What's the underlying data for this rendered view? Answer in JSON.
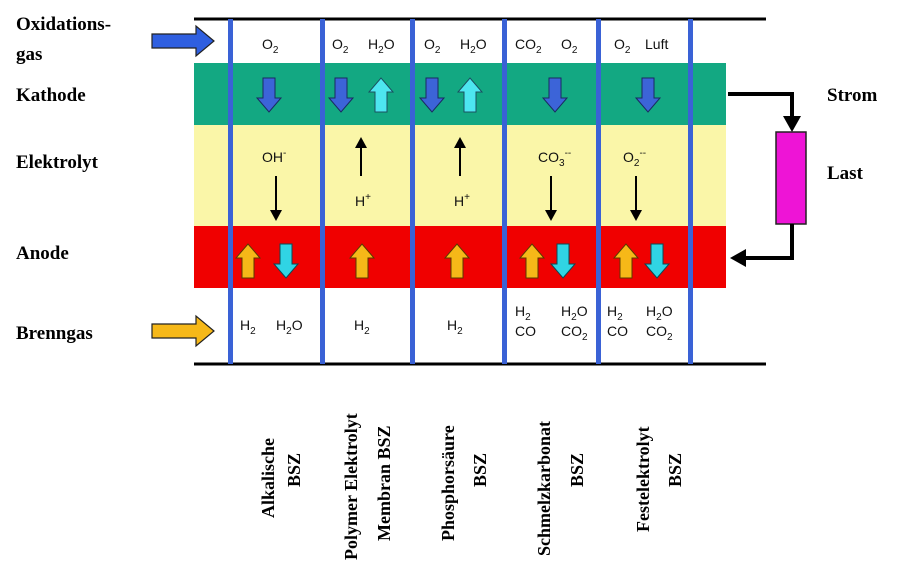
{
  "row_labels": {
    "oxidation_line1": "Oxidations-",
    "oxidation_line2": "gas",
    "cathode": "Kathode",
    "electrolyte": "Elektrolyt",
    "anode": "Anode",
    "fuel": "Brenngas"
  },
  "right_labels": {
    "current": "Strom",
    "load": "Last"
  },
  "cells": [
    {
      "name_line1": "Alkalische",
      "name_line2": "BSZ",
      "oxidant": [
        [
          "O",
          "2"
        ]
      ],
      "ion": "OH",
      "ion_sup": "-",
      "fuel_top": [
        [
          "H",
          "2"
        ],
        [
          "H",
          "",
          "2",
          "O"
        ]
      ]
    },
    {
      "name_line1": "Polymer Elektrolyt",
      "name_line2": "Membran BSZ",
      "ion": "H",
      "ion_sup": "+"
    },
    {
      "name_line1": "Phosphorsäure",
      "name_line2": "BSZ",
      "ion": "H",
      "ion_sup": "+"
    },
    {
      "name_line1": "Schmelzkarbonat",
      "name_line2": "BSZ",
      "ion": "CO",
      "ion_sub": "3",
      "ion_sup": "--"
    },
    {
      "name_line1": "Festelektrolyt",
      "name_line2": "BSZ",
      "ion": "O",
      "ion_sub": "2",
      "ion_sup": "--"
    }
  ],
  "gases": {
    "o2": "O",
    "h2o": "H",
    "co2": "CO",
    "co": "CO",
    "h2": "H",
    "luft": "Luft",
    "sub2": "2",
    "h2o_tail": "O"
  },
  "colors": {
    "cathode": "#13a882",
    "electrolyte": "#faf6a8",
    "anode": "#f00000",
    "divider": "#3a62d6",
    "load": "#ee14d6",
    "oxidant_arrow": "#2f5fe0",
    "fuel_arrow": "#f6b818",
    "cathode_arrow": "#3c64d8",
    "cathode_arrow_up": "#4de6f0",
    "anode_arrow_up": "#f6b818",
    "anode_arrow_down": "#30d4e4"
  }
}
